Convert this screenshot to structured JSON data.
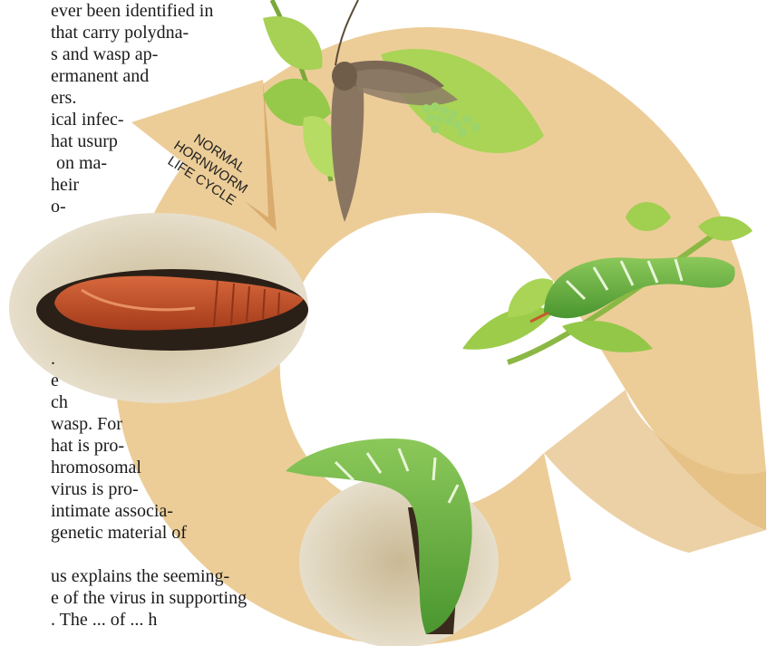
{
  "text_lines": [
    "ever been identified in",
    "that carry polydna-",
    "s and wasp ap-",
    "ermanent and",
    "ers.",
    "ical infec-",
    "hat usurp",
    "on ma-",
    "heir",
    "o-",
    ".",
    "e",
    "ch",
    "wasp. For",
    "hat is pro-",
    "hromosomal",
    "virus is pro-",
    "intimate associa-",
    "genetic material of",
    "us explains the seeming-",
    "e of the virus in supporting",
    ". The ... of ... h"
  ],
  "diagram": {
    "label_lines": [
      "NORMAL",
      "HORNWORM",
      "LIFE CYCLE"
    ]
  },
  "colors": {
    "ring": "#eccd98",
    "ring_dark": "#ddb577",
    "caterpillar": "#6fb445",
    "caterpillar_dark": "#3f8a2c",
    "pupa": "#bb4a24",
    "soil": "#d8ccb2",
    "moth": "#7c6a55",
    "leaf": "#9ccc4a"
  }
}
